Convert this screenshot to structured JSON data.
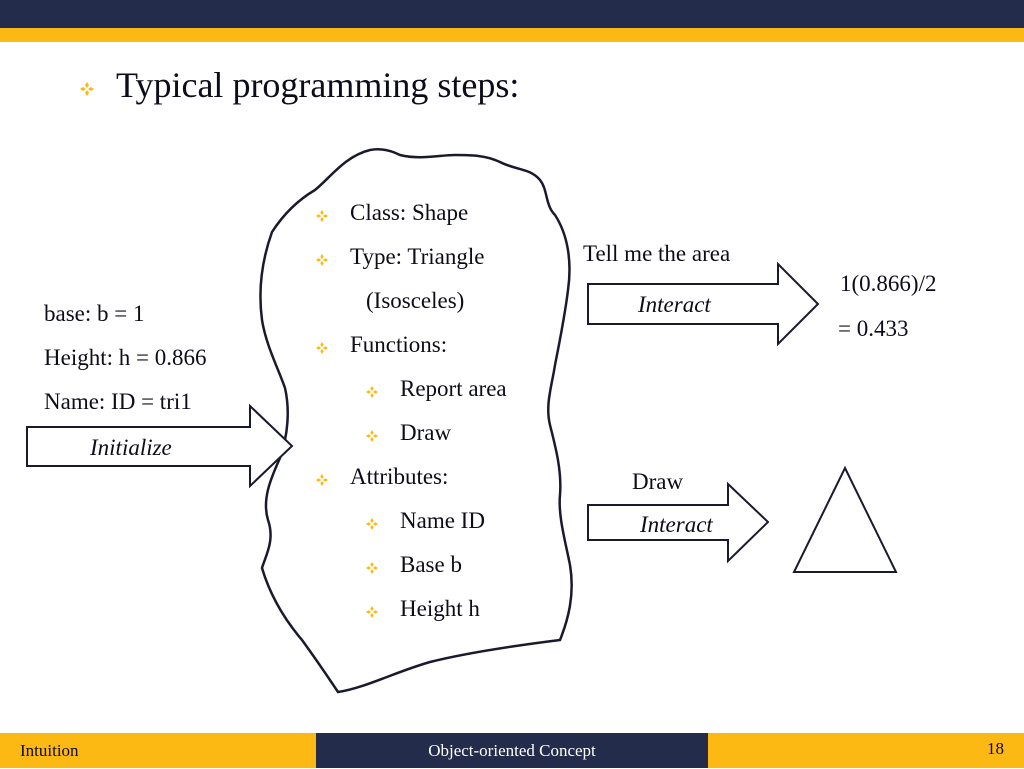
{
  "colors": {
    "navy": "#232d4b",
    "gold": "#fdb913"
  },
  "icons": {
    "bullet": "gold-diamond-bullet-icon"
  },
  "title": "Typical programming steps:",
  "init_values": {
    "base": "base: b = 1",
    "height": "Height: h = 0.866",
    "name": "Name: ID = tri1",
    "arrow_label": "Initialize"
  },
  "object": {
    "items": [
      {
        "label": "Class: Shape"
      },
      {
        "label": "Type: Triangle"
      },
      {
        "label": "(Isosceles)"
      },
      {
        "label": "Functions:"
      },
      {
        "label": "Report area"
      },
      {
        "label": "Draw"
      },
      {
        "label": "Attributes:"
      },
      {
        "label": "Name ID"
      },
      {
        "label": "Base b"
      },
      {
        "label": "Height h"
      }
    ]
  },
  "area_request": {
    "prompt": "Tell me the area",
    "arrow_label": "Interact",
    "result_line1": "1(0.866)/2",
    "result_line2": "= 0.433"
  },
  "draw_request": {
    "prompt": "Draw",
    "arrow_label": "Interact"
  },
  "footer": {
    "section": "Intuition",
    "title": "Object-oriented Concept",
    "page": "18"
  }
}
